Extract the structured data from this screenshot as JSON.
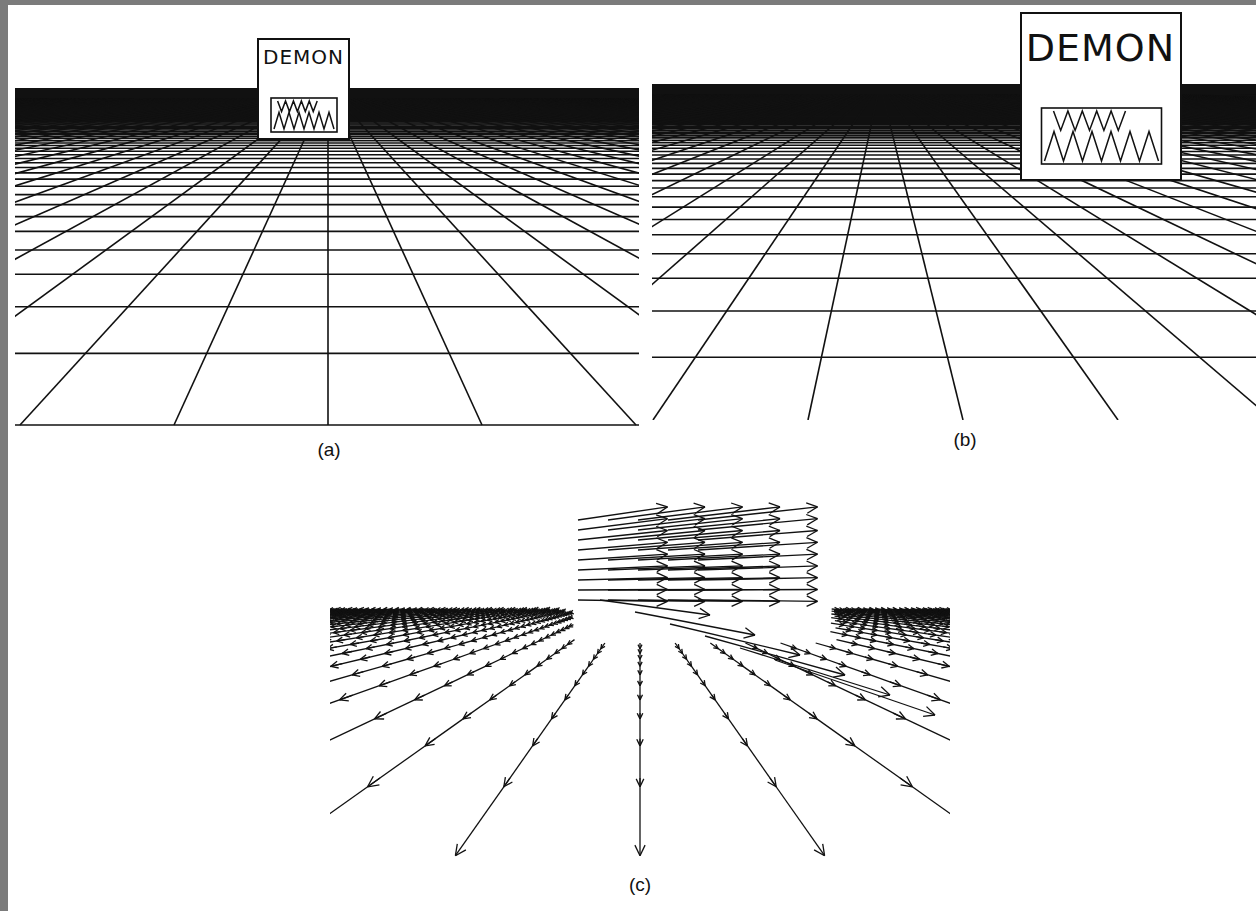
{
  "diagram": {
    "nodes": [
      {
        "text": [
          "DEMON"
        ]
      },
      {
        "text": [
          "DEMON"
        ]
      }
    ],
    "labels": [
      "(a)",
      "(b)",
      "(c)"
    ]
  }
}
